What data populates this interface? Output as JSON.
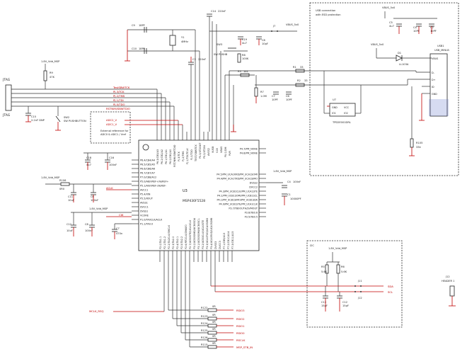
{
  "usb_note": [
    "USB connection",
    "with ESD protection"
  ],
  "adc_note": [
    "External reference for",
    "ADC0 & ADC1 / Vref"
  ],
  "section_label_i2c": "I2C",
  "jtag": {
    "ref": "JTAG",
    "label": "JTAG"
  },
  "header": {
    "ref": "J12",
    "label": "HEADER 1"
  },
  "mcu": {
    "ref": "U3",
    "part": "MSP430F5528",
    "left_pins": [
      "P6.4/CB4/A4",
      "P6.5/CB5/A5",
      "P6.6/CB6/A6",
      "P6.7/CB7/A7",
      "P7.0/CB8/A12",
      "P5.0/A8/VREF+/VeREF+",
      "P5.1/A9/VREF-/VeREF-",
      "AVCC1",
      "P5.4/XIN",
      "P5.5/XOUT",
      "AVSS1",
      "DVCC1",
      "DVSS1",
      "VCORE",
      "P1.0/TA0CLK/ACLK",
      "P1.1/TA0.0",
      "P1.2/TA0.1",
      "P1.3/TA0.2",
      "P1.4/TA0.3",
      "P1.5/TA0.4",
      "P1.6/TA1CLK/CBOUT",
      "P1.7/TA1.0"
    ],
    "top_pins": [
      "P6.3/CB3/A3",
      "P6.2/CB2/A2",
      "P6.1/CB1/A1",
      "P6.0/CB0/A0",
      "RST/NMI/SBWTDIO",
      "PJ.3/TCK",
      "PJ.2/TMS",
      "PJ.1/TDI/TCLK",
      "PJ.0/TDO",
      "TEST/SBWTCK",
      "P5.3/XT2OUT",
      "P5.2/XT2IN",
      "AVSS2",
      "VUSB",
      "V18",
      "VBUS",
      "PU.1/DM",
      "PUR",
      "PU.0/DP",
      "VSSU"
    ],
    "right_pins": [
      "P4.7/PM_NONE",
      "P4.6/PM_NONE",
      "P4.5/PM_UCA1RXD/PM_UCA1SOMI",
      "P4.4/PM_UCA1TXD/PM_UCA1SIMO",
      "DVSS2",
      "DVCC2",
      "P4.3/PM_UCB1CLK/PM_UCA1STE",
      "P4.2/PM_UCB1SOMI/PM_UCB1SCL",
      "P4.1/PM_UCB1SIMO/PM_UCB1SDA",
      "P4.0/PM_UCB1STE/PM_UCA1CLK",
      "P3.7/TB0OUTH/SVMOUT",
      "P3.6/TB0.6",
      "P3.5/TB0.5"
    ],
    "bottom_pins": [
      "P2.0/TA1.1",
      "P2.1/TA1.2",
      "P2.2/TA2CLK/SMCLK",
      "P2.3/TA2.0",
      "P2.4/TA2.1",
      "P2.5/TA2.2",
      "P2.6/RTCCLK/DMAE0",
      "P2.7/UCB0STE/UCA0CLK",
      "P3.0/UCB0SIMO/UCB0SDA",
      "P3.1/UCB0SOMI/UCB0SCL",
      "P3.2/UCB0CLK/UCA0STE",
      "P3.3/UCA0TXD/UCA0SIMO",
      "P3.4/UCA0RXD/UCA0SOMI",
      "DVSS3",
      "DVCC3",
      "P7.1/CB9/A13",
      "P7.2/CB10/A14",
      "P7.3/CB11/A15"
    ]
  },
  "usb_conn": {
    "ref": "USB1",
    "part": "USB_MINI-B",
    "pins": [
      "VBUS",
      "D-",
      "D+",
      "ID",
      "GND"
    ]
  },
  "esd": {
    "ref": "U7",
    "part": "TPD2E001DRL",
    "pins": [
      "GND",
      "VCC",
      "IO1",
      "IO2"
    ]
  },
  "diode": {
    "ref": "D1",
    "part": "LL103A"
  },
  "power_nets": {
    "vcc_mcu_1": "1.8V_Vdd_MSP",
    "vcc_mcu_2": "1.8V_Vdd_MSP",
    "vcc_mcu_3": "1.8V_Vdd_MSP",
    "vcc_mcu_4": "1.8V_Vdd_MSP",
    "vcc_mcu_5": "1.8V_Vdd_MSP",
    "vbus_1": "VBUS_5v0",
    "vbus_2": "VBUS_5v0",
    "vbus_3": "VBUS_5v0"
  },
  "components": {
    "C9": {
      "ref": "C9",
      "value": "18PF"
    },
    "C10": {
      "ref": "C10",
      "value": "18PF"
    },
    "Y1": {
      "ref": "Y1",
      "value": "4MHz"
    },
    "C14": {
      "ref": "C14",
      "value": "220nF"
    },
    "C3": {
      "ref": "C3",
      "value": "220nF"
    },
    "C19": {
      "ref": "C19",
      "value": "4u7"
    },
    "C8": {
      "ref": "C8",
      "value": "10pF"
    },
    "SW3": {
      "ref": "SW3",
      "value": "SW PUSHB"
    },
    "R8": {
      "ref": "R8",
      "value": "100K"
    },
    "R3": {
      "ref": "R3",
      "value": "1k4"
    },
    "R1": {
      "ref": "R1",
      "value": "33"
    },
    "R2": {
      "ref": "R2",
      "value": "33"
    },
    "C7_usb": {
      "ref": "C7",
      "value": "10PF"
    },
    "C6_usb": {
      "ref": "C6",
      "value": "10PF"
    },
    "R7": {
      "ref": "R7",
      "value": "1.0M"
    },
    "C5": {
      "ref": "C5",
      "value": "4u7"
    },
    "C4_usb": {
      "ref": "C4",
      "value": "10PF"
    },
    "C2_usb": {
      "ref": "C2",
      "value": "10PF"
    },
    "R9": {
      "ref": "R9",
      "value": "47K"
    },
    "C15": {
      "ref": "C15",
      "value": "2.2nF DNP"
    },
    "SW2": {
      "ref": "SW2",
      "value": "SW PUSHBUTTON"
    },
    "C18": {
      "ref": "C18",
      "value": "4u7"
    },
    "C16": {
      "ref": "C16",
      "value": "100nF"
    },
    "R106": {
      "ref": "R106",
      "value": "0R0"
    },
    "C11": {
      "ref": "C11",
      "value": "10uF"
    },
    "C6": {
      "ref": "C6",
      "value": "100nF"
    },
    "C12": {
      "ref": "C12",
      "value": "10uF"
    },
    "C8b": {
      "ref": "C8",
      "value": "100nF"
    },
    "C7": {
      "ref": "C7",
      "value": "470n"
    },
    "C4": {
      "ref": "C4",
      "value": "100nF"
    },
    "C1": {
      "ref": "C1",
      "value": "10000PF"
    },
    "R105": {
      "ref": "R105",
      "value": "33k"
    },
    "R5": {
      "ref": "R5",
      "value": "5.6K"
    },
    "R6": {
      "ref": "R6",
      "value": "5.6K"
    },
    "C13": {
      "ref": "C13",
      "value": "15pF"
    },
    "C12b": {
      "ref": "C12",
      "value": "15pF"
    },
    "J11": {
      "ref": "J11",
      "value": ""
    },
    "J12b": {
      "ref": "J12",
      "value": ""
    },
    "J7": {
      "ref": "J7",
      "value": ""
    },
    "R122": {
      "ref": "R122",
      "value": "0R"
    },
    "R123": {
      "ref": "R123",
      "value": "0R"
    },
    "R124": {
      "ref": "R124",
      "value": "0R"
    },
    "R125": {
      "ref": "R125",
      "value": "0R"
    },
    "R126": {
      "ref": "R126",
      "value": "0R"
    },
    "R115": {
      "ref": "R115",
      "value": "0R"
    }
  },
  "nets": {
    "jtag_lines": [
      "TestSBWTCK",
      "PJ.3/TCK",
      "PJ.2/TMS",
      "PJ.1/TDI",
      "PJ.0/TDO",
      "RSTNMI/SBWTDIO"
    ],
    "adc": [
      "ADC2_V",
      "ADC1_V"
    ],
    "mcu_vref": "ACLK",
    "mcu_cw": "CW",
    "i2c_out": [
      "SDA",
      "SCL"
    ],
    "bottom_in": "MCLK_RSQ",
    "bottom_out": [
      "RSIO3",
      "RSIO2",
      "RSIO1",
      "RSIO0",
      "RSCLK",
      "MSP_STB_IN"
    ]
  }
}
